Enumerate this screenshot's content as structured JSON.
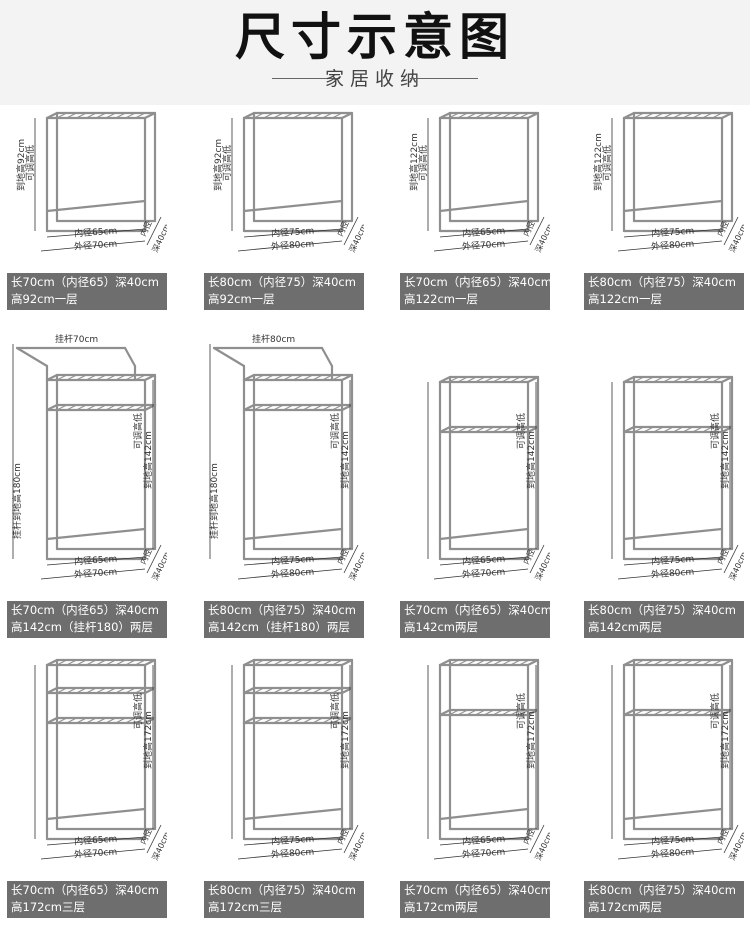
{
  "header": {
    "title": "尺寸示意图",
    "subtitle": "家居收纳"
  },
  "colors": {
    "caption_bg": "#6e6e6e",
    "caption_text": "#ffffff",
    "frame": "#8f8f8f"
  },
  "items": [
    {
      "caption_line1": "长70cm（内径65）深40cm",
      "caption_line2": "高92cm一层",
      "dims": {
        "height_label": "到地高92cm",
        "adjust_label": "可调高低",
        "inner_label": "内径65cm",
        "outer_label": "外径70cm",
        "depth_label": "内径",
        "depth_label2": "深40cm"
      }
    },
    {
      "caption_line1": "长80cm（内径75）深40cm",
      "caption_line2": "高92cm一层",
      "dims": {
        "height_label": "到地高92cm",
        "adjust_label": "可调高低",
        "inner_label": "内径75cm",
        "outer_label": "外径80cm",
        "depth_label": "内径",
        "depth_label2": "深40cm"
      }
    },
    {
      "caption_line1": "长70cm（内径65）深40cm",
      "caption_line2": "高122cm一层",
      "dims": {
        "height_label": "到地高122cm",
        "adjust_label": "可调高低",
        "inner_label": "内径65cm",
        "outer_label": "外径70cm",
        "depth_label": "内径",
        "depth_label2": "深40cm"
      }
    },
    {
      "caption_line1": "长80cm（内径75）深40cm",
      "caption_line2": "高122cm一层",
      "dims": {
        "height_label": "到地高122cm",
        "adjust_label": "可调高低",
        "inner_label": "内径75cm",
        "outer_label": "外径80cm",
        "depth_label": "内径",
        "depth_label2": "深40cm"
      }
    },
    {
      "caption_line1": "长70cm（内径65）深40cm",
      "caption_line2": "高142cm（挂杆180）两层",
      "dims": {
        "rail_label": "挂杆70cm",
        "left_label": "挂杆到地高180cm",
        "height_label": "到地高142cm",
        "adjust_label": "可调高低",
        "inner_label": "内径65cm",
        "outer_label": "外径70cm",
        "depth_label": "内径",
        "depth_label2": "深40cm"
      }
    },
    {
      "caption_line1": "长80cm（内径75）深40cm",
      "caption_line2": "高142cm（挂杆180）两层",
      "dims": {
        "rail_label": "挂杆80cm",
        "left_label": "挂杆到地高180cm",
        "height_label": "到地高142cm",
        "adjust_label": "可调高低",
        "inner_label": "内径75cm",
        "outer_label": "外径80cm",
        "depth_label": "内径",
        "depth_label2": "深40cm"
      }
    },
    {
      "caption_line1": "长70cm（内径65）深40cm",
      "caption_line2": "高142cm两层",
      "dims": {
        "height_label": "到地高142cm",
        "adjust_label": "可调高低",
        "inner_label": "内径65cm",
        "outer_label": "外径70cm",
        "depth_label": "内径",
        "depth_label2": "深40cm"
      }
    },
    {
      "caption_line1": "长80cm（内径75）深40cm",
      "caption_line2": "高142cm两层",
      "dims": {
        "height_label": "到地高142cm",
        "adjust_label": "可调高低",
        "inner_label": "内径75cm",
        "outer_label": "外径80cm",
        "depth_label": "内径",
        "depth_label2": "深40cm"
      }
    },
    {
      "caption_line1": "长70cm（内径65）深40cm",
      "caption_line2": "高172cm三层",
      "dims": {
        "height_label": "到地高172cm",
        "adjust_label": "可调高低",
        "inner_label": "内径65cm",
        "outer_label": "外径70cm",
        "depth_label": "内径",
        "depth_label2": "深40cm"
      }
    },
    {
      "caption_line1": "长80cm（内径75）深40cm",
      "caption_line2": "高172cm三层",
      "dims": {
        "height_label": "到地高172cm",
        "adjust_label": "可调高低",
        "inner_label": "内径75cm",
        "outer_label": "外径80cm",
        "depth_label": "内径",
        "depth_label2": "深40cm"
      }
    },
    {
      "caption_line1": "长70cm（内径65）深40cm",
      "caption_line2": "高172cm两层",
      "dims": {
        "height_label": "到地高172cm",
        "adjust_label": "可调高低",
        "inner_label": "内径65cm",
        "outer_label": "外径70cm",
        "depth_label": "内径",
        "depth_label2": "深40cm"
      }
    },
    {
      "caption_line1": "长80cm（内径75）深40cm",
      "caption_line2": "高172cm两层",
      "dims": {
        "height_label": "到地高172cm",
        "adjust_label": "可调高低",
        "inner_label": "内径75cm",
        "outer_label": "外径80cm",
        "depth_label": "内径",
        "depth_label2": "深40cm"
      }
    }
  ]
}
